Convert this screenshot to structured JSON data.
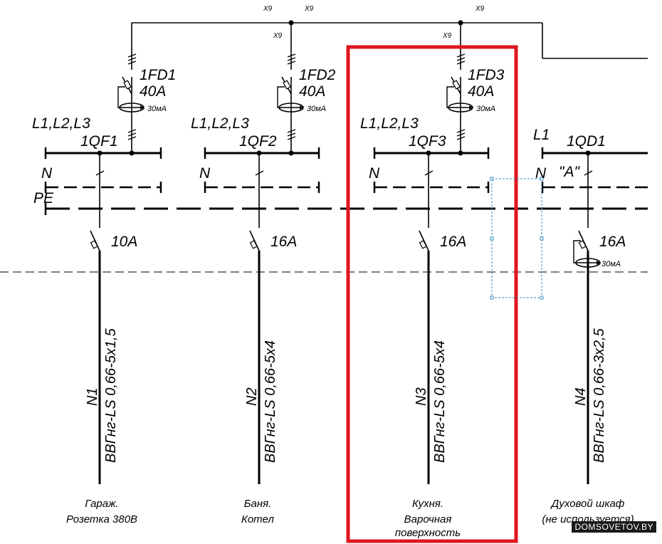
{
  "labels": {
    "x9": "X9",
    "neutral": "N",
    "pe": "PE"
  },
  "groups": [
    {
      "rcd_name": "1FD1",
      "rcd_rating": "40A",
      "rcd_sensitivity": "30мА",
      "phases": "L1,L2,L3",
      "breaker_name": "1QF1",
      "breaker_rating": "10A",
      "line": "N1",
      "cable": "ВВГнг-LS 0,66-5x1,5",
      "load": [
        "Гараж.",
        "Розетка 380В"
      ]
    },
    {
      "rcd_name": "1FD2",
      "rcd_rating": "40A",
      "rcd_sensitivity": "30мА",
      "phases": "L1,L2,L3",
      "breaker_name": "1QF2",
      "breaker_rating": "16A",
      "line": "N2",
      "cable": "ВВГнг-LS 0,66-5x4",
      "load": [
        "Баня.",
        "Котел"
      ]
    },
    {
      "rcd_name": "1FD3",
      "rcd_rating": "40A",
      "rcd_sensitivity": "30мА",
      "phases": "L1,L2,L3",
      "breaker_name": "1QF3",
      "breaker_rating": "16A",
      "line": "N3",
      "cable": "ВВГнг-LS 0,66-5x4",
      "load": [
        "Кухня.",
        "Варочная",
        "поверхность"
      ]
    },
    {
      "phases": "L1",
      "breaker_name": "1QD1",
      "marker": "\"A\"",
      "breaker_rating": "16A",
      "rcd_sensitivity": "30мА",
      "line": "N4",
      "cable": "ВВГнг-LS 0,66-3x2,5",
      "load": [
        "Духовой шкаф",
        "(не используется)"
      ]
    }
  ],
  "highlight": {
    "selected_group": 3,
    "color": "#e0161e"
  },
  "watermark": "DOMSOVETOV.BY"
}
